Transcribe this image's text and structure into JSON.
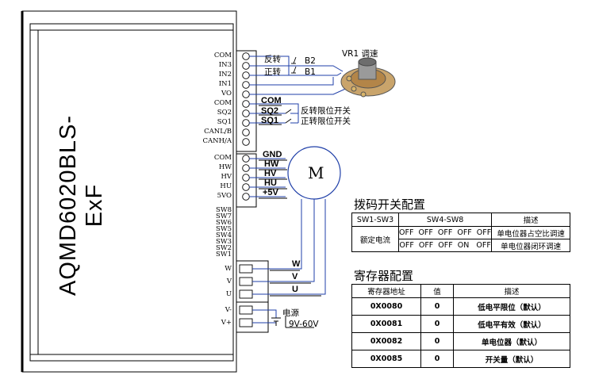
{
  "driver": {
    "model": "AQMD6020BLS-ExF",
    "pins": [
      "COM",
      "IN3",
      "IN2",
      "IN1",
      "VO",
      "COM",
      "SQ2",
      "SQ1",
      "CANL/B",
      "CANH/A",
      "COM",
      "HW",
      "HV",
      "HU",
      "5VO",
      "SW8",
      "SW7",
      "SW6",
      "SW5",
      "SW4",
      "SW3",
      "SW2",
      "SW1",
      "W",
      "V",
      "U",
      "V-",
      "V+"
    ]
  },
  "control": {
    "reverse": "反转",
    "forward": "正转",
    "b2": "B2",
    "b1": "B1",
    "vr1": "VR1 调速"
  },
  "limits": {
    "com": "COM",
    "sq2": "SQ2",
    "sq1": "SQ1",
    "sq2_desc": "反转限位开关",
    "sq1_desc": "正转限位开关"
  },
  "hall": {
    "gnd": "GND",
    "hw": "HW",
    "hv": "HV",
    "hu": "HU",
    "v5": "+5V",
    "motor": "M"
  },
  "phase": {
    "w": "W",
    "v": "V",
    "u": "U"
  },
  "power": {
    "label": "电源",
    "range": "9V-60V"
  },
  "switch_config": {
    "title": "拨码开关配置",
    "headers": [
      "SW1-SW3",
      "SW4-SW8",
      "描述"
    ],
    "group": "额定电流",
    "rows": [
      {
        "state": "OFF  OFF  OFF  OFF  OFF",
        "desc": "单电位器占空比调速"
      },
      {
        "state": "OFF  OFF  OFF  ON   OFF",
        "desc": "单电位器闭环调速"
      }
    ]
  },
  "register_config": {
    "title": "寄存器配置",
    "headers": [
      "寄存器地址",
      "值",
      "描述"
    ],
    "rows": [
      {
        "addr": "0X0080",
        "value": "0",
        "desc": "低电平限位（默认）"
      },
      {
        "addr": "0X0081",
        "value": "0",
        "desc": "低电平有效（默认）"
      },
      {
        "addr": "0X0082",
        "value": "0",
        "desc": "单电位器（默认）"
      },
      {
        "addr": "0X0085",
        "value": "0",
        "desc": "开关量（默认）"
      }
    ]
  }
}
